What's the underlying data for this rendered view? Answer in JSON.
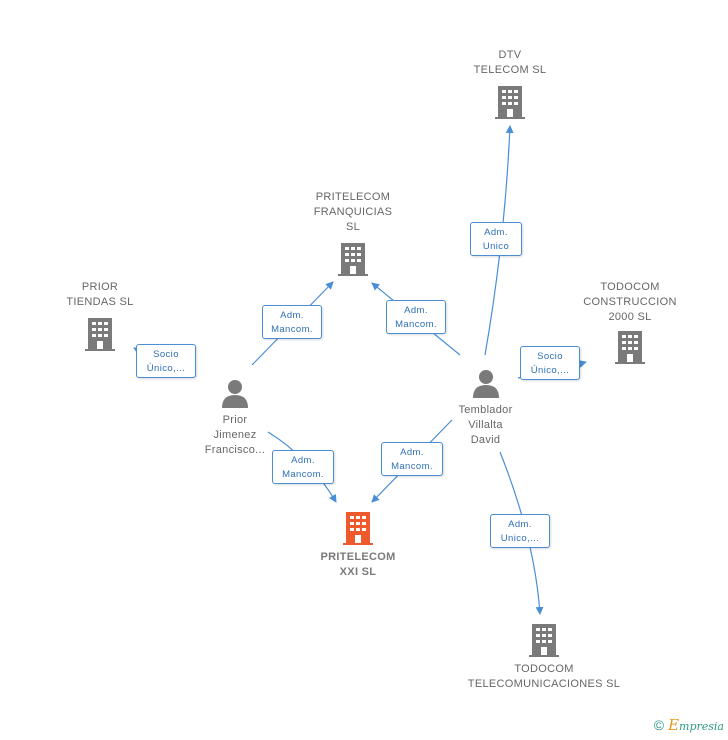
{
  "nodes": {
    "dtv": {
      "label": "DTV\nTELECOM SL",
      "type": "company"
    },
    "franquicias": {
      "label": "PRITELECOM\nFRANQUICIAS\nSL",
      "type": "company"
    },
    "prior_tiendas": {
      "label": "PRIOR\nTIENDAS SL",
      "type": "company"
    },
    "todocom_construccion": {
      "label": "TODOCOM\nCONSTRUCCION\n2000  SL",
      "type": "company"
    },
    "prior_person": {
      "label": "Prior\nJimenez\nFrancisco...",
      "type": "person"
    },
    "temblador": {
      "label": "Temblador\nVillalta\nDavid",
      "type": "person"
    },
    "pritelecom_xxi": {
      "label": "PRITELECOM\nXXI  SL",
      "type": "company",
      "highlight": true
    },
    "todocom_telecom": {
      "label": "TODOCOM\nTELECOMUNICACIONES SL",
      "type": "company"
    }
  },
  "edges": [
    {
      "from": "prior_person",
      "to": "franquicias",
      "label": [
        "Adm.",
        "Mancom."
      ]
    },
    {
      "from": "temblador",
      "to": "franquicias",
      "label": [
        "Adm.",
        "Mancom."
      ]
    },
    {
      "from": "prior_person",
      "to": "prior_tiendas",
      "label": [
        "Socio",
        "Único,..."
      ]
    },
    {
      "from": "temblador",
      "to": "dtv",
      "label": [
        "Adm.",
        "Unico"
      ]
    },
    {
      "from": "temblador",
      "to": "todocom_construccion",
      "label": [
        "Socio",
        "Único,..."
      ]
    },
    {
      "from": "prior_person",
      "to": "pritelecom_xxi",
      "label": [
        "Adm.",
        "Mancom."
      ]
    },
    {
      "from": "temblador",
      "to": "pritelecom_xxi",
      "label": [
        "Adm.",
        "Mancom."
      ]
    },
    {
      "from": "temblador",
      "to": "todocom_telecom",
      "label": [
        "Adm.",
        "Unico,..."
      ]
    }
  ],
  "colors": {
    "company": "#7a7a7a",
    "company_highlight": "#ee5a2c",
    "person": "#7a7a7a",
    "edge": "#4a8fd6"
  },
  "copyright": {
    "symbol": "©",
    "brand_initial": "E",
    "brand_rest": "mpresia"
  }
}
